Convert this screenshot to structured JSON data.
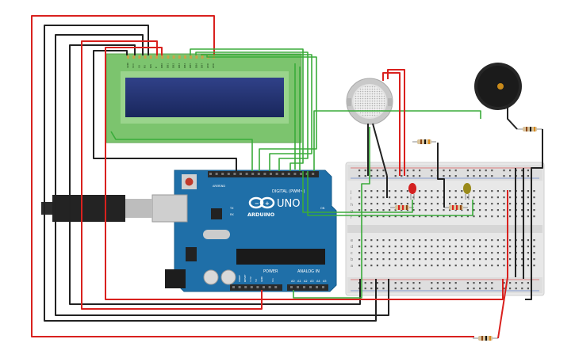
{
  "arduino": {
    "brand": "ARDUINO",
    "model": "UNO",
    "digital_label": "DIGITAL (PWM~)",
    "power_label": "POWER",
    "analog_label": "ANALOG IN",
    "aref": "AREF",
    "gnd": "GND",
    "tx": "TX",
    "rx": "RX",
    "on": "ON",
    "ioref": "IOREF",
    "reset": "RESET",
    "v33": "3.3V",
    "v5": "5V",
    "vin": "Vin",
    "a0": "A0",
    "a1": "A1",
    "a2": "A2",
    "a3": "A3",
    "a4": "A4",
    "a5": "A5"
  },
  "lcd": {
    "pins": [
      "GND",
      "VCC",
      "V0",
      "RS",
      "RW",
      "E",
      "DB0",
      "DB1",
      "DB2",
      "DB3",
      "DB4",
      "DB5",
      "DB6",
      "DB7",
      "LED",
      "LED"
    ]
  },
  "breadboard": {
    "row_letters_top": [
      "j",
      "i",
      "h",
      "g",
      "f"
    ],
    "row_letters_bottom": [
      "e",
      "d",
      "c",
      "b",
      "a"
    ]
  },
  "colors": {
    "board_blue": "#1f6fa8",
    "lcd_green": "#7cc46e",
    "lcd_screen": "#1f2f6e",
    "wire_red": "#d9211e",
    "wire_black": "#222222",
    "wire_green": "#3aab3a",
    "led_red": "#d32020",
    "led_yellow": "#9a8a1a"
  }
}
